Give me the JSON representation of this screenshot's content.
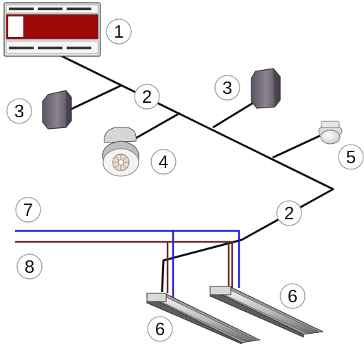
{
  "callouts": {
    "c1": "1",
    "c2a": "2",
    "c2b": "2",
    "c3a": "3",
    "c3b": "3",
    "c4": "4",
    "c5": "5",
    "c6a": "6",
    "c6b": "6",
    "c7": "7",
    "c8": "8"
  },
  "colors": {
    "bus_cable": "#111111",
    "mains_blue": "#1a1adc",
    "mains_brown": "#6b2a2a",
    "controller_display": "#9c0a0a",
    "sensor_body": "#7a6f78",
    "callout_border": "#9a9a9a"
  },
  "icons": {
    "controller": "din-rail-controller-icon",
    "wall_sensor": "wall-sensor-icon",
    "ceiling_detector": "ceiling-presence-detector-icon",
    "dome_sensor": "dome-sensor-icon",
    "luminaire": "linear-luminaire-icon"
  }
}
